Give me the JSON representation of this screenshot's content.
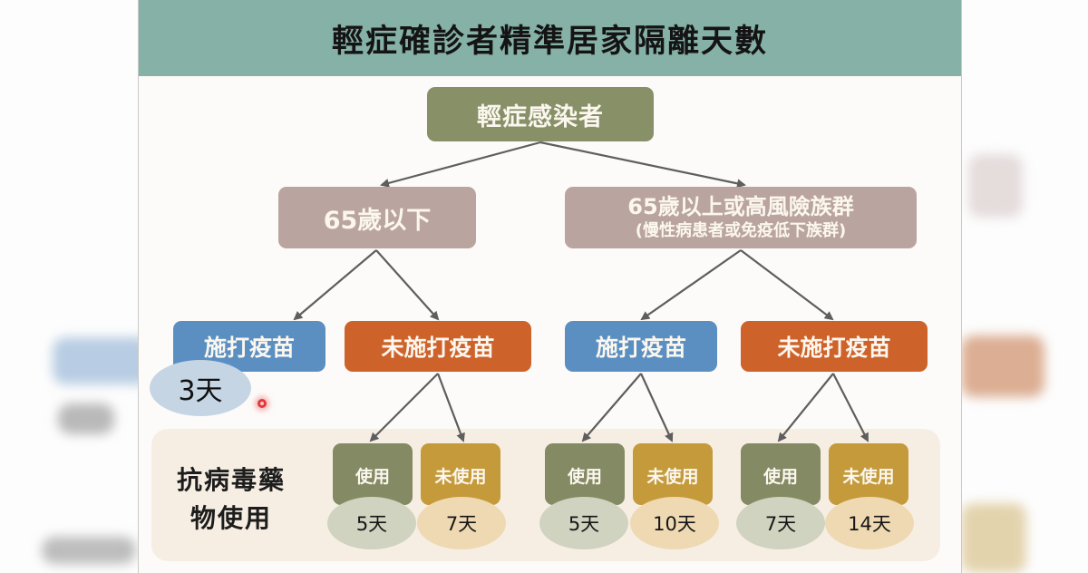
{
  "title": "輕症確診者精準居家隔離天數",
  "root": {
    "label": "輕症感染者"
  },
  "age_groups": [
    {
      "label": "65歲以下"
    },
    {
      "label": "65歲以上或高風險族群",
      "sublabel": "(慢性病患者或免疫低下族群)"
    }
  ],
  "vaccination": [
    {
      "group": "65歲以下",
      "label": "施打疫苗",
      "days": "3天"
    },
    {
      "group": "65歲以下",
      "label": "未施打疫苗"
    },
    {
      "group": "65歲以上或高風險族群",
      "label": "施打疫苗"
    },
    {
      "group": "65歲以上或高風險族群",
      "label": "未施打疫苗"
    }
  ],
  "antiviral": {
    "label_line1": "抗病毒藥",
    "label_line2": "物使用",
    "options": [
      {
        "parent": "65歲以下 / 未施打疫苗",
        "label": "使用",
        "days": "5天"
      },
      {
        "parent": "65歲以下 / 未施打疫苗",
        "label": "未使用",
        "days": "7天"
      },
      {
        "parent": "65歲以上或高風險族群 / 施打疫苗",
        "label": "使用",
        "days": "5天"
      },
      {
        "parent": "65歲以上或高風險族群 / 施打疫苗",
        "label": "未使用",
        "days": "10天"
      },
      {
        "parent": "65歲以上或高風險族群 / 未施打疫苗",
        "label": "使用",
        "days": "7天"
      },
      {
        "parent": "65歲以上或高風險族群 / 未施打疫苗",
        "label": "未使用",
        "days": "14天"
      }
    ]
  },
  "colors": {
    "title_bar": "#86b1a6",
    "root": "#889068",
    "age": "#baa49f",
    "vaccinated": "#5b8fc2",
    "unvaccinated": "#cd622a",
    "antiviral_used": "#848a64",
    "antiviral_not_used": "#c49a3a",
    "panel": "#f7eee3"
  }
}
